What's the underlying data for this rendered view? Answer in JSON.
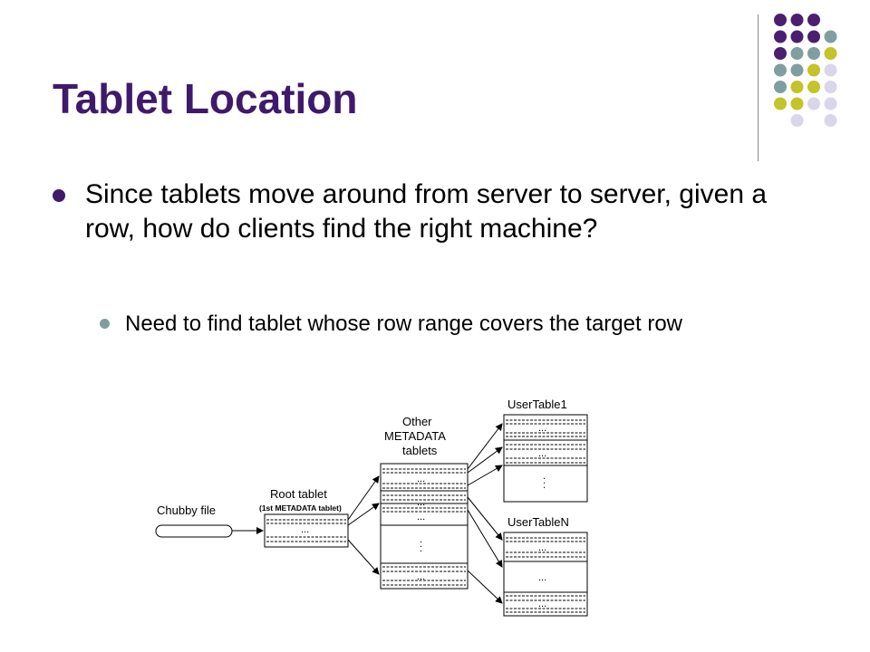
{
  "slide": {
    "title": "Tablet Location",
    "bullets": [
      {
        "level": 1,
        "text": "Since tablets move around from server to server, given a row, how do clients find the right machine?"
      },
      {
        "level": 2,
        "text": "Need to find tablet whose row range covers the target row"
      }
    ]
  },
  "diagram": {
    "labels": {
      "chubby": "Chubby file",
      "root_title": "Root tablet",
      "root_sub": "(1st METADATA tablet)",
      "meta_line1": "Other",
      "meta_line2": "METADATA",
      "meta_line3": "tablets",
      "user1": "UserTable1",
      "userN": "UserTableN"
    }
  },
  "colors": {
    "title": "#3f1a6b",
    "bullet_level1": "#3f1a6b",
    "bullet_level2": "#7f9ea0",
    "dot_purple": "#4b1f6f",
    "dot_teal": "#7f9ea0",
    "dot_olive": "#c3c32a",
    "dot_lavender": "#d9d6ea"
  }
}
